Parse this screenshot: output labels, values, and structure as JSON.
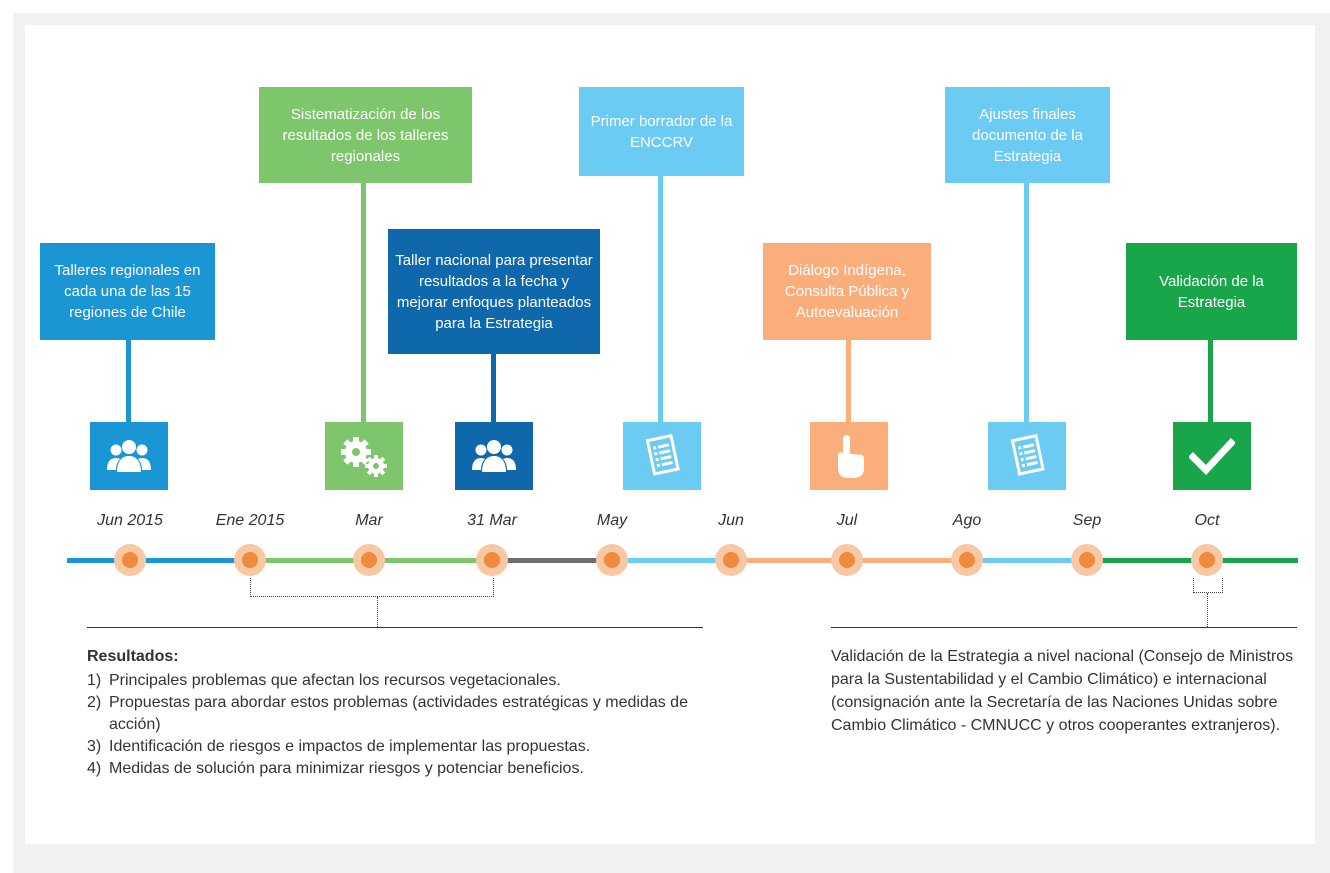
{
  "cards": [
    {
      "text": "Talleres regionales en cada una de las 15 regiones de Chile",
      "color": "#1a96d4"
    },
    {
      "text": "Sistematización de los resultados de los talleres regionales",
      "color": "#7dc66b"
    },
    {
      "text": "Taller nacional para presentar resultados a la fecha y mejorar enfoques planteados para la Estrategia",
      "color": "#0f68ac"
    },
    {
      "text": "Primer borrador de la ENCCRV",
      "color": "#6ccbf2"
    },
    {
      "text": "Diálogo Indígena, Consulta Pública y Autoevaluación",
      "color": "#f9ae7b"
    },
    {
      "text": "Ajustes finales documento de la Estrategia",
      "color": "#6ccbf2"
    },
    {
      "text": "Validación de la Estrategia",
      "color": "#19a64b"
    }
  ],
  "icons": [
    {
      "name": "people-group-icon",
      "color": "#1a96d4"
    },
    {
      "name": "gears-icon",
      "color": "#7dc66b"
    },
    {
      "name": "people-group-icon",
      "color": "#0f68ac"
    },
    {
      "name": "document-list-icon",
      "color": "#6ccbf2"
    },
    {
      "name": "hand-pointer-icon",
      "color": "#f9ae7b"
    },
    {
      "name": "document-list-icon",
      "color": "#6ccbf2"
    },
    {
      "name": "checkmark-icon",
      "color": "#19a64b"
    }
  ],
  "dates": [
    "Jun 2015",
    "Ene 2015",
    "Mar",
    "31 Mar",
    "May",
    "Jun",
    "Jul",
    "Ago",
    "Sep",
    "Oct"
  ],
  "timeline_colors": {
    "blue": "#1a96d4",
    "green": "#7dc66b",
    "gray": "#6d6e71",
    "light_blue": "#6ccbf2",
    "orange": "#f9ae7b",
    "dark_green": "#19a64b",
    "dot": "#f08a3c",
    "dot_halo": "#f9c8a3"
  },
  "results": {
    "title": "Resultados:",
    "items": [
      {
        "num": "1)",
        "text": "Principales problemas que afectan los recursos vegetacionales."
      },
      {
        "num": "2)",
        "text": "Propuestas para abordar estos problemas (actividades estratégicas y medidas de acción)"
      },
      {
        "num": "3)",
        "text": "Identificación de riesgos e impactos de implementar las propuestas."
      },
      {
        "num": "4)",
        "text": "Medidas de solución para minimizar riesgos y potenciar beneficios."
      }
    ]
  },
  "validation_text": "Validación de la Estrategia a nivel nacional (Consejo de Ministros para la Sustentabilidad y el Cambio Climático) e internacional (consignación ante la Secretaría de las Naciones Unidas sobre Cambio Climático - CMNUCC y otros cooperantes extranjeros)."
}
